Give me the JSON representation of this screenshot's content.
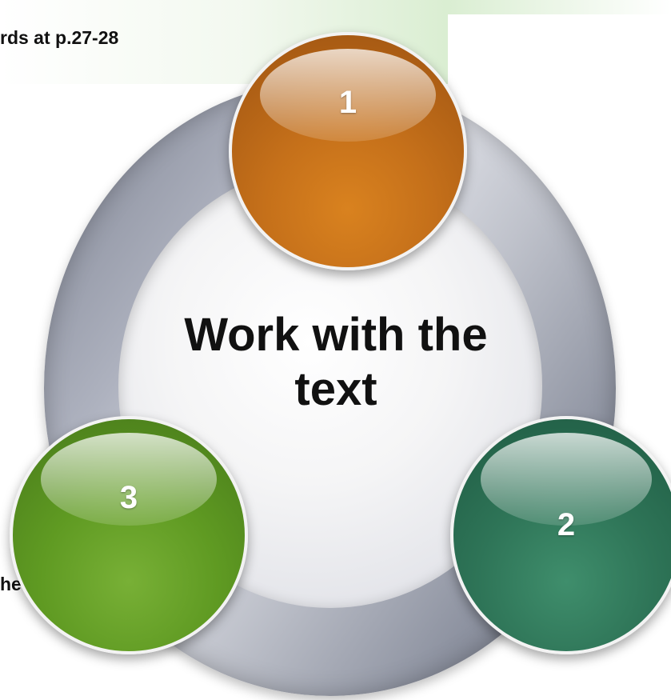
{
  "header": {
    "text": "rds at p.27-28"
  },
  "left_fragment": {
    "text": "he"
  },
  "diagram": {
    "center_title": "Work with the text",
    "steps": [
      {
        "label": "1",
        "color": "#c5701a"
      },
      {
        "label": "2",
        "color": "#2e7457"
      },
      {
        "label": "3",
        "color": "#5f9a22"
      }
    ],
    "ring_color": "#aeb2bf"
  }
}
